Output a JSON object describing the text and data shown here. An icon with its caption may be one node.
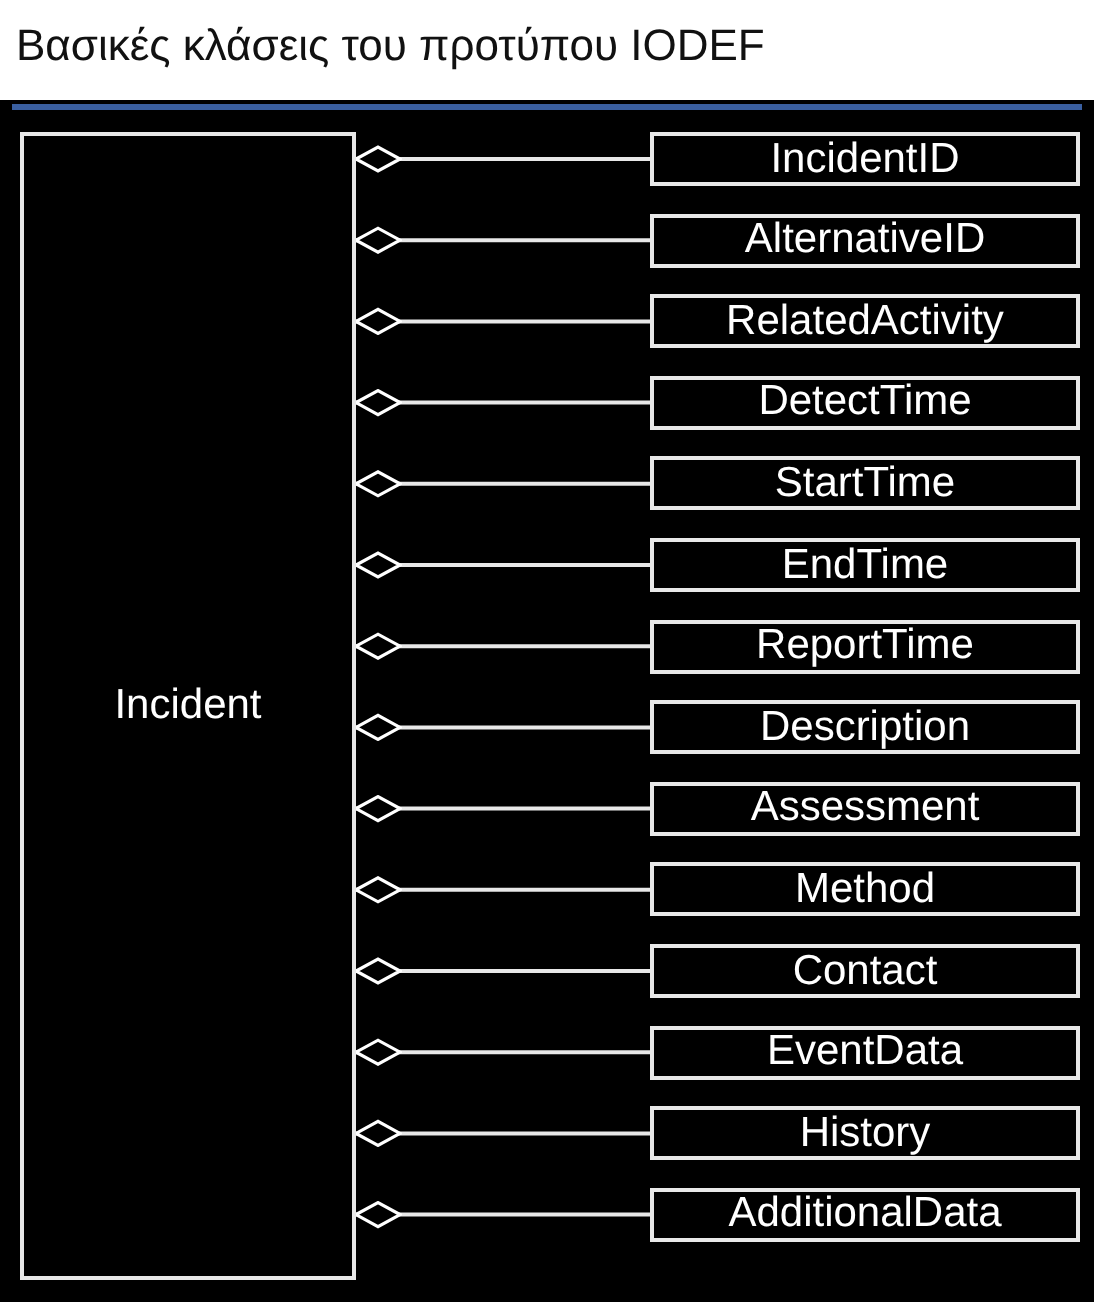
{
  "diagram": {
    "title": "Βασικές κλάσεις του προτύπου IODEF",
    "nodes": [
      {
        "text": [
          "Incident"
        ]
      },
      {
        "text": [
          "IncidentID"
        ]
      },
      {
        "text": [
          "AlternativeID"
        ]
      },
      {
        "text": [
          "RelatedActivity"
        ]
      },
      {
        "text": [
          "DetectTime"
        ]
      },
      {
        "text": [
          "StartTime"
        ]
      },
      {
        "text": [
          "EndTime"
        ]
      },
      {
        "text": [
          "ReportTime"
        ]
      },
      {
        "text": [
          "Description"
        ]
      },
      {
        "text": [
          "Assessment"
        ]
      },
      {
        "text": [
          "Method"
        ]
      },
      {
        "text": [
          "Contact"
        ]
      },
      {
        "text": [
          "EventData"
        ]
      },
      {
        "text": [
          "History"
        ]
      },
      {
        "text": [
          "AdditionalData"
        ]
      }
    ],
    "edges": [
      {
        "from": 0,
        "to": 1,
        "arrow": "other"
      },
      {
        "from": 0,
        "to": 2,
        "arrow": "other"
      },
      {
        "from": 0,
        "to": 3,
        "arrow": "other"
      },
      {
        "from": 0,
        "to": 4,
        "arrow": "other"
      },
      {
        "from": 0,
        "to": 5,
        "arrow": "other"
      },
      {
        "from": 0,
        "to": 6,
        "arrow": "other"
      },
      {
        "from": 0,
        "to": 7,
        "arrow": "other"
      },
      {
        "from": 0,
        "to": 8,
        "arrow": "other"
      },
      {
        "from": 0,
        "to": 9,
        "arrow": "other"
      },
      {
        "from": 0,
        "to": 10,
        "arrow": "other"
      },
      {
        "from": 0,
        "to": 11,
        "arrow": "other"
      },
      {
        "from": 0,
        "to": 12,
        "arrow": "other"
      },
      {
        "from": 0,
        "to": 13,
        "arrow": "other"
      },
      {
        "from": 0,
        "to": 14,
        "arrow": "other"
      }
    ]
  }
}
